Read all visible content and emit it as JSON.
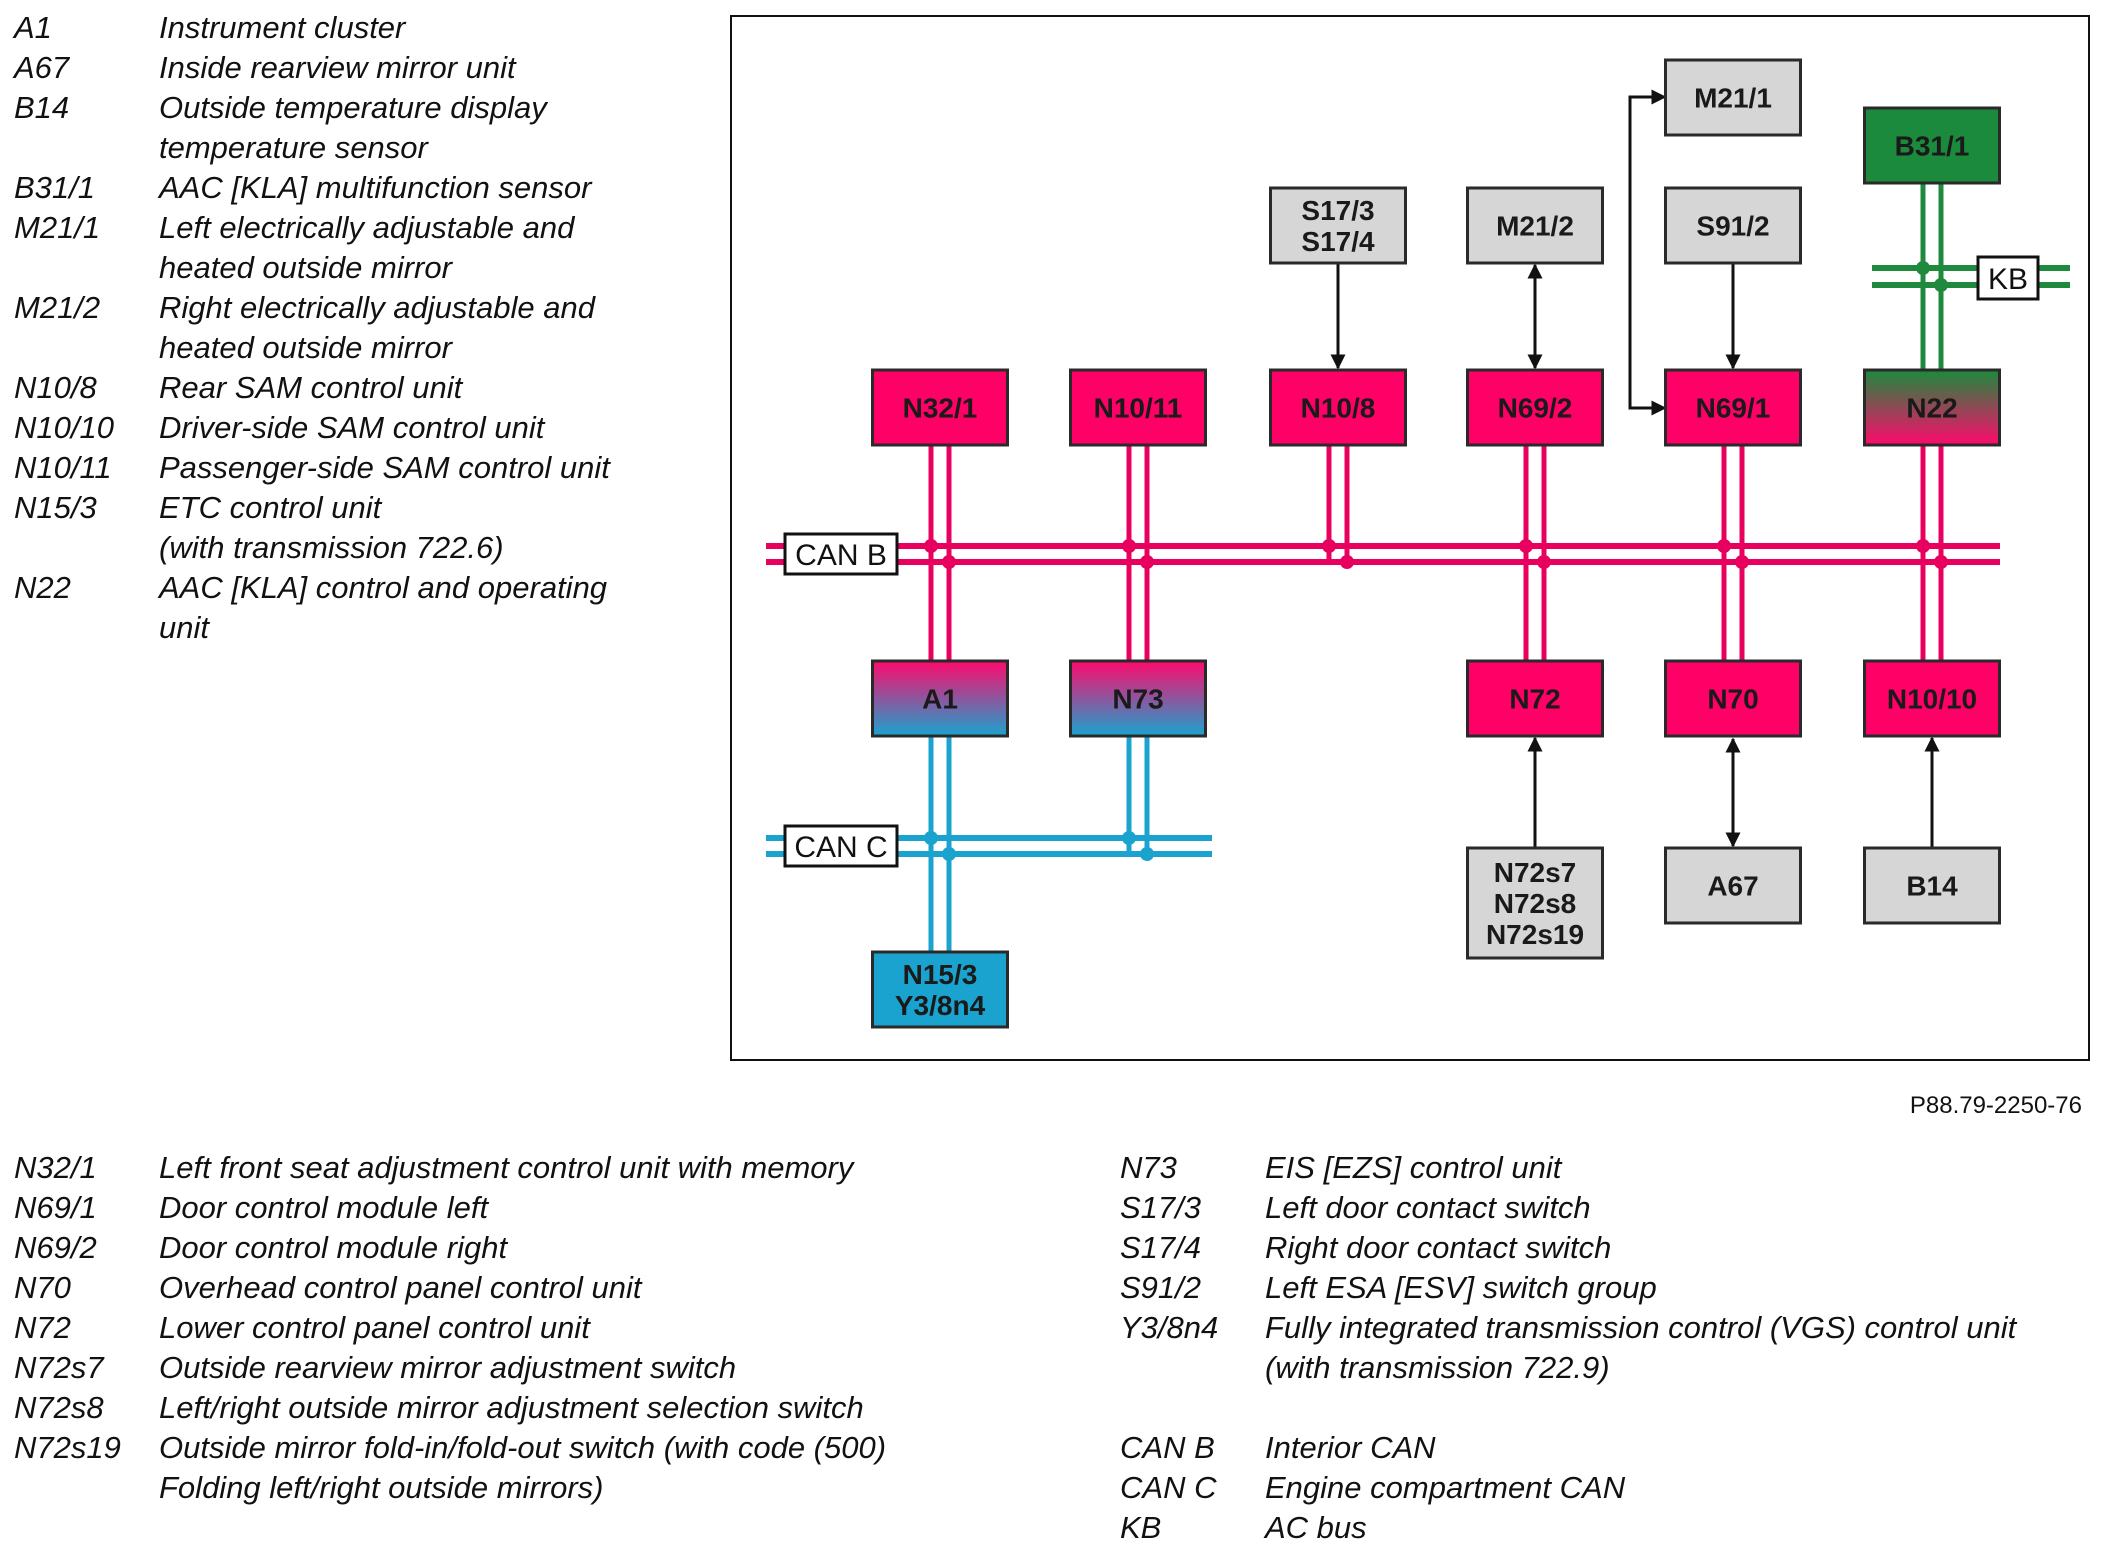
{
  "figure_code": "P88.79-2250-76",
  "colors": {
    "can_b": "#e8005e",
    "can_c": "#1aa3cf",
    "kb": "#1f8a3d",
    "peripheral_fill": "#d6d6d6",
    "can_b_fill": "#ff0066",
    "can_c_fill": "#1aa3cf",
    "kb_fill": "#1b8a3c"
  },
  "diagram": {
    "buses": {
      "can_b": "CAN B",
      "can_c": "CAN C",
      "kb": "KB"
    },
    "control_units": [
      {
        "id": "N32/1",
        "label": "N32/1"
      },
      {
        "id": "N10/11",
        "label": "N10/11"
      },
      {
        "id": "N10/8",
        "label": "N10/8"
      },
      {
        "id": "N69/2",
        "label": "N69/2"
      },
      {
        "id": "N69/1",
        "label": "N69/1"
      },
      {
        "id": "N22",
        "label": "N22"
      },
      {
        "id": "A1",
        "label": "A1"
      },
      {
        "id": "N73",
        "label": "N73"
      },
      {
        "id": "N72",
        "label": "N72"
      },
      {
        "id": "N70",
        "label": "N70"
      },
      {
        "id": "N10/10",
        "label": "N10/10"
      },
      {
        "id": "N15/3",
        "label": "N15/3\nY3/8n4"
      }
    ],
    "peripherals": [
      {
        "id": "S17/3",
        "label": "S17/3\nS17/4"
      },
      {
        "id": "M21/2",
        "label": "M21/2"
      },
      {
        "id": "M21/1",
        "label": "M21/1"
      },
      {
        "id": "S91/2",
        "label": "S91/2"
      },
      {
        "id": "B31/1",
        "label": "B31/1"
      },
      {
        "id": "N72s",
        "label": "N72s7\nN72s8\nN72s19"
      },
      {
        "id": "A67",
        "label": "A67"
      },
      {
        "id": "B14",
        "label": "B14"
      }
    ]
  },
  "legend_top": [
    {
      "code": "A1",
      "desc": "Instrument cluster"
    },
    {
      "code": "A67",
      "desc": "Inside rearview mirror unit"
    },
    {
      "code": "B14",
      "desc": "Outside temperature display\ntemperature sensor"
    },
    {
      "code": "B31/1",
      "desc": "AAC [KLA] multifunction sensor"
    },
    {
      "code": "M21/1",
      "desc": "Left electrically adjustable and\nheated outside mirror"
    },
    {
      "code": "M21/2",
      "desc": "Right electrically adjustable and\nheated outside mirror"
    },
    {
      "code": "N10/8",
      "desc": "Rear SAM control unit"
    },
    {
      "code": "N10/10",
      "desc": "Driver-side SAM control unit"
    },
    {
      "code": "N10/11",
      "desc": "Passenger-side SAM control unit"
    },
    {
      "code": "N15/3",
      "desc": "ETC control unit\n(with transmission 722.6)"
    },
    {
      "code": "N22",
      "desc": "AAC [KLA] control and operating\nunit"
    }
  ],
  "legend_bottom_left": [
    {
      "code": "N32/1",
      "desc": "Left front seat adjustment control unit with memory"
    },
    {
      "code": "N69/1",
      "desc": "Door control module left"
    },
    {
      "code": "N69/2",
      "desc": "Door control module right"
    },
    {
      "code": "N70",
      "desc": "Overhead control panel control unit"
    },
    {
      "code": "N72",
      "desc": "Lower control panel control unit"
    },
    {
      "code": "N72s7",
      "desc": "Outside rearview mirror adjustment switch"
    },
    {
      "code": "N72s8",
      "desc": "Left/right outside mirror adjustment selection switch"
    },
    {
      "code": "N72s19",
      "desc": "Outside mirror fold-in/fold-out switch (with code (500)\nFolding left/right outside mirrors)"
    }
  ],
  "legend_bottom_right": [
    {
      "code": "N73",
      "desc": "EIS [EZS] control unit"
    },
    {
      "code": "S17/3",
      "desc": "Left door contact switch"
    },
    {
      "code": "S17/4",
      "desc": "Right door contact switch"
    },
    {
      "code": "S91/2",
      "desc": "Left ESA [ESV] switch group"
    },
    {
      "code": "Y3/8n4",
      "desc": "Fully integrated transmission control (VGS) control unit\n(with transmission 722.9)"
    }
  ],
  "legend_bus": [
    {
      "code": "CAN B",
      "desc": "Interior CAN"
    },
    {
      "code": "CAN C",
      "desc": "Engine compartment CAN"
    },
    {
      "code": "KB",
      "desc": "AC bus"
    }
  ]
}
